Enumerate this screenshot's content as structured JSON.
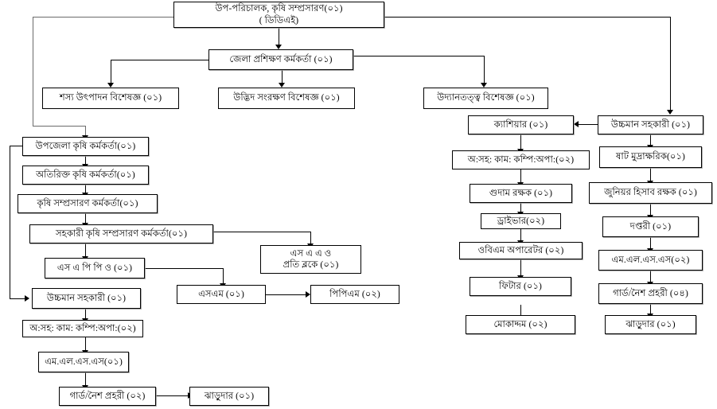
{
  "diagram": {
    "title": "Organogram - Department of Agricultural Extension (District Office)",
    "type": "org-chart",
    "orientation": "top-down",
    "line_color": "#000000",
    "box_border_color": "#000000",
    "background_color": "#ffffff"
  },
  "nodes": {
    "deputy_director": {
      "line1": "উপ-পরিচালক, কৃষি সম্প্রসারণ(০১)",
      "line2": "( ডিডিএই)",
      "count": "০১"
    },
    "district_training_officer": {
      "label": "জেলা প্রশিক্ষণ কর্মকর্তা (০১)",
      "count": "০১"
    },
    "crop_production_specialist": {
      "label": "শস্য উৎপাদন বিশেষজ্ঞ (০১)",
      "count": "০১"
    },
    "plant_protection_specialist": {
      "label": "উদ্ভিদ সংরক্ষণ বিশেষজ্ঞ  (০১)",
      "count": "০১"
    },
    "horticulture_specialist": {
      "label": "উদ্যানতত্ত্ব বিশেষজ্ঞ (০১)",
      "count": "০১"
    },
    "upazila_agri_officer": {
      "label": "উপজেলা কৃষি কর্মকর্তা(০১)",
      "count": "০১"
    },
    "additional_agri_officer": {
      "label": "অতিরিক্ত কৃষি কর্মকর্তা(০১)",
      "count": "০১"
    },
    "agri_extension_officer": {
      "label": "কৃষি সম্প্রসারণ কর্মকর্তা(০১)",
      "count": "০১"
    },
    "assistant_agri_extension_officer": {
      "label": "সহকারী কৃষি সম্প্রসারণ কর্মকর্তা(০১)",
      "count": "০১"
    },
    "sappo": {
      "label": "এস এ পি পি ও (০১)",
      "count": "০১"
    },
    "saao_per_block": {
      "line1": "এস এ এ ও",
      "line2": "প্রতি ব্লকে (০১)",
      "count": "০১"
    },
    "sam": {
      "label": "এসএম (০১)",
      "count": "০১"
    },
    "ppm": {
      "label": "পিপিএম (০২)",
      "count": "০২"
    },
    "upper_division_assistant_left": {
      "label": "উচ্চমান সহকারী  (০১)",
      "count": "০১"
    },
    "office_assistant_left": {
      "label": "অ:সহ: কাম: কম্পি:অপা:(০২)",
      "count": "০২"
    },
    "mlss_left": {
      "label": "এম.এল.এস.এস(০১)",
      "count": "০১"
    },
    "guard_left": {
      "label": "গার্ড/নৈশ প্রহরী (০২)",
      "count": "০২"
    },
    "sweeper_left": {
      "label": "ঝাড়ুদার (০১)",
      "count": "০১"
    },
    "cashier": {
      "label": "ক্যাশিয়ার (০১)",
      "count": "০১"
    },
    "office_assistant_mid": {
      "label": "অ:সহ: কাম: কম্পি:অপা:(০২)",
      "count": "০২"
    },
    "storekeeper": {
      "label": "গুদাম রক্ষক (০১)",
      "count": "০১"
    },
    "driver": {
      "label": "ড্রাইভার(০২)",
      "count": "০২"
    },
    "obm_operator": {
      "label": "ওবিএম অপারেটর (০২)",
      "count": "০২"
    },
    "fitter": {
      "label": "ফিটার (০১)",
      "count": "০১"
    },
    "mokaddom": {
      "label": "মোকাদ্দম (০২)",
      "count": "০২"
    },
    "upper_division_assistant_right": {
      "label": "উচ্চমান সহকারী  (০১)",
      "count": "০১"
    },
    "steno_typist": {
      "label": "ষাট মুদ্রাক্ষরিক(০১)",
      "count": "০১"
    },
    "junior_accountant": {
      "label": "জুনিয়র হিসাব রক্ষক (০১)",
      "count": "০১"
    },
    "daftari": {
      "label": "দপ্তরী (০১)",
      "count": "০১"
    },
    "mlss_right": {
      "label": "এম.এল.এস.এস(০২)",
      "count": "০২"
    },
    "guard_right": {
      "label": "গার্ড/নৈশ প্রহরী (০৪)",
      "count": "০৪"
    },
    "sweeper_right": {
      "label": "ঝাড়ুদার (০১)",
      "count": "০১"
    }
  }
}
